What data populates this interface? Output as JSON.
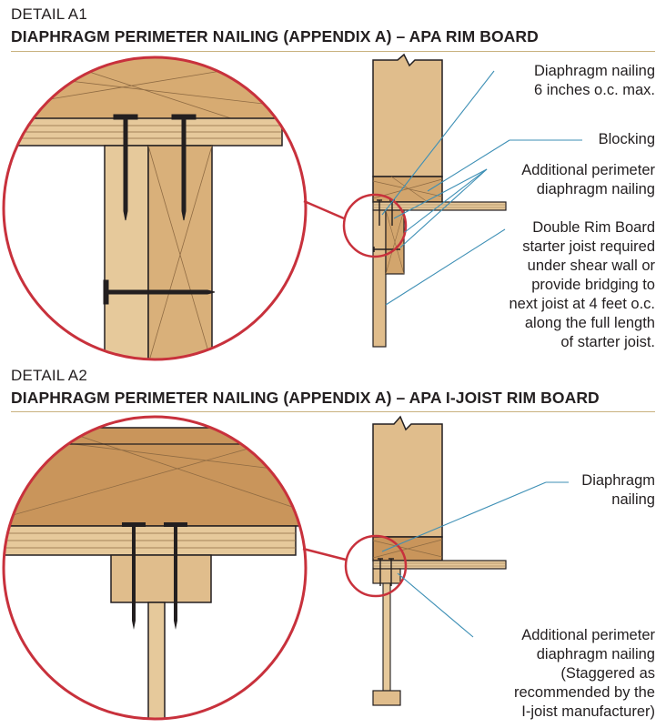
{
  "detailA1": {
    "label": "DETAIL A1",
    "title": "DIAPHRAGM PERIMETER NAILING (APPENDIX A) – APA RIM BOARD",
    "callouts": {
      "diaphragm_nailing": [
        "Diaphragm nailing",
        "6 inches o.c. max."
      ],
      "blocking": [
        "Blocking"
      ],
      "additional_nailing": [
        "Additional perimeter",
        "diaphragm nailing"
      ],
      "double_rim": [
        "Double Rim Board",
        "starter joist required",
        "under shear wall or",
        "provide bridging to",
        "next joist at 4 feet o.c.",
        "along the full length",
        "of starter joist."
      ]
    }
  },
  "detailA2": {
    "label": "DETAIL A2",
    "title": "DIAPHRAGM PERIMETER NAILING (APPENDIX A) – APA I-JOIST RIM BOARD",
    "callouts": {
      "diaphragm_nailing": [
        "Diaphragm",
        "nailing"
      ],
      "additional_nailing": [
        "Additional perimeter",
        "diaphragm nailing",
        "(Staggered as",
        "recommended by the",
        "I-joist manufacturer)"
      ]
    }
  },
  "colors": {
    "wood": "#e0bd8c",
    "wood_dark": "#c9955b",
    "line": "#231f20",
    "circle": "#c8313c",
    "leader": "#3d8fb5",
    "rule": "#c9b27f"
  }
}
